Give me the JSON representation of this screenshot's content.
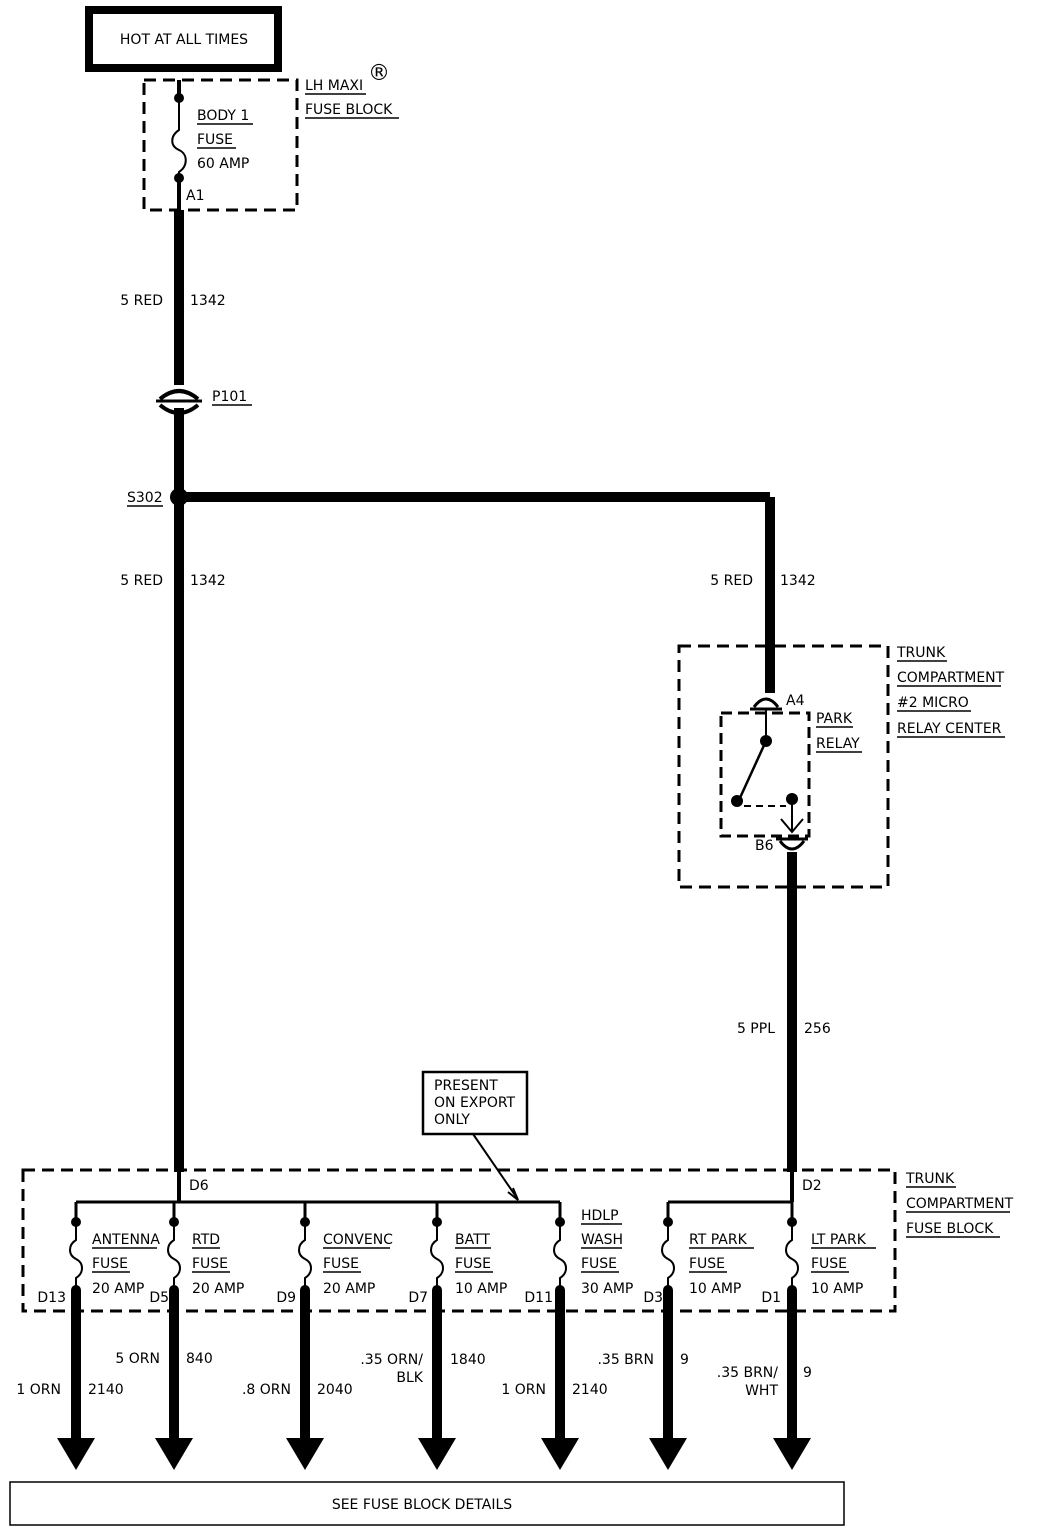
{
  "header": {
    "power_source": "HOT AT ALL TIMES"
  },
  "maxi_fuse_block": {
    "name_line1": "LH MAXI",
    "registered_mark": "®",
    "name_line2": "FUSE BLOCK",
    "fuse_line1": "BODY 1",
    "fuse_line2": "FUSE",
    "fuse_rating": "60 AMP",
    "terminal": "A1"
  },
  "wires": {
    "feed_gauge_color": "5 RED",
    "feed_circuit": "1342",
    "connector": "P101",
    "splice": "S302",
    "relay_feed_gauge_color": "5 RED",
    "relay_feed_circuit": "1342",
    "relay_out_gauge_color": "5 PPL",
    "relay_out_circuit": "256"
  },
  "relay_center": {
    "name_line1": "TRUNK",
    "name_line2": "COMPARTMENT",
    "name_line3": "#2 MICRO",
    "name_line4": "RELAY CENTER",
    "relay_line1": "PARK",
    "relay_line2": "RELAY",
    "terminal_in": "A4",
    "terminal_out": "B6"
  },
  "callout": {
    "line1": "PRESENT",
    "line2": "ON EXPORT",
    "line3": "ONLY"
  },
  "trunk_fuse_block": {
    "name_line1": "TRUNK",
    "name_line2": "COMPARTMENT",
    "name_line3": "FUSE BLOCK",
    "bus_left_terminal": "D6",
    "bus_right_terminal": "D2",
    "fuses": [
      {
        "line1": "ANTENNA",
        "line2": "FUSE",
        "rating": "20 AMP",
        "terminal": "D13",
        "wire_gauge_color": "1 ORN",
        "wire_circuit": "2140"
      },
      {
        "line1": "RTD",
        "line2": "FUSE",
        "rating": "20 AMP",
        "terminal": "D5",
        "wire_gauge_color": "5 ORN",
        "wire_circuit": "840"
      },
      {
        "line1": "CONVENC",
        "line2": "FUSE",
        "rating": "20 AMP",
        "terminal": "D9",
        "wire_gauge_color": ".8 ORN",
        "wire_circuit": "2040"
      },
      {
        "line1": "BATT",
        "line2": "FUSE",
        "rating": "10 AMP",
        "terminal": "D7",
        "wire_gauge_color": ".35 ORN/",
        "wire_gauge_color2": "BLK",
        "wire_circuit": "1840"
      },
      {
        "line1": "HDLP",
        "line2": "WASH",
        "line3": "FUSE",
        "rating": "30 AMP",
        "terminal": "D11",
        "wire_gauge_color": "1 ORN",
        "wire_circuit": "2140"
      },
      {
        "line1": "RT PARK",
        "line2": "FUSE",
        "rating": "10 AMP",
        "terminal": "D3",
        "wire_gauge_color": ".35 BRN",
        "wire_circuit": "9"
      },
      {
        "line1": "LT PARK",
        "line2": "FUSE",
        "rating": "10 AMP",
        "terminal": "D1",
        "wire_gauge_color": ".35 BRN/",
        "wire_gauge_color2": "WHT",
        "wire_circuit": "9"
      }
    ]
  },
  "footer": {
    "reference": "SEE FUSE BLOCK DETAILS"
  }
}
